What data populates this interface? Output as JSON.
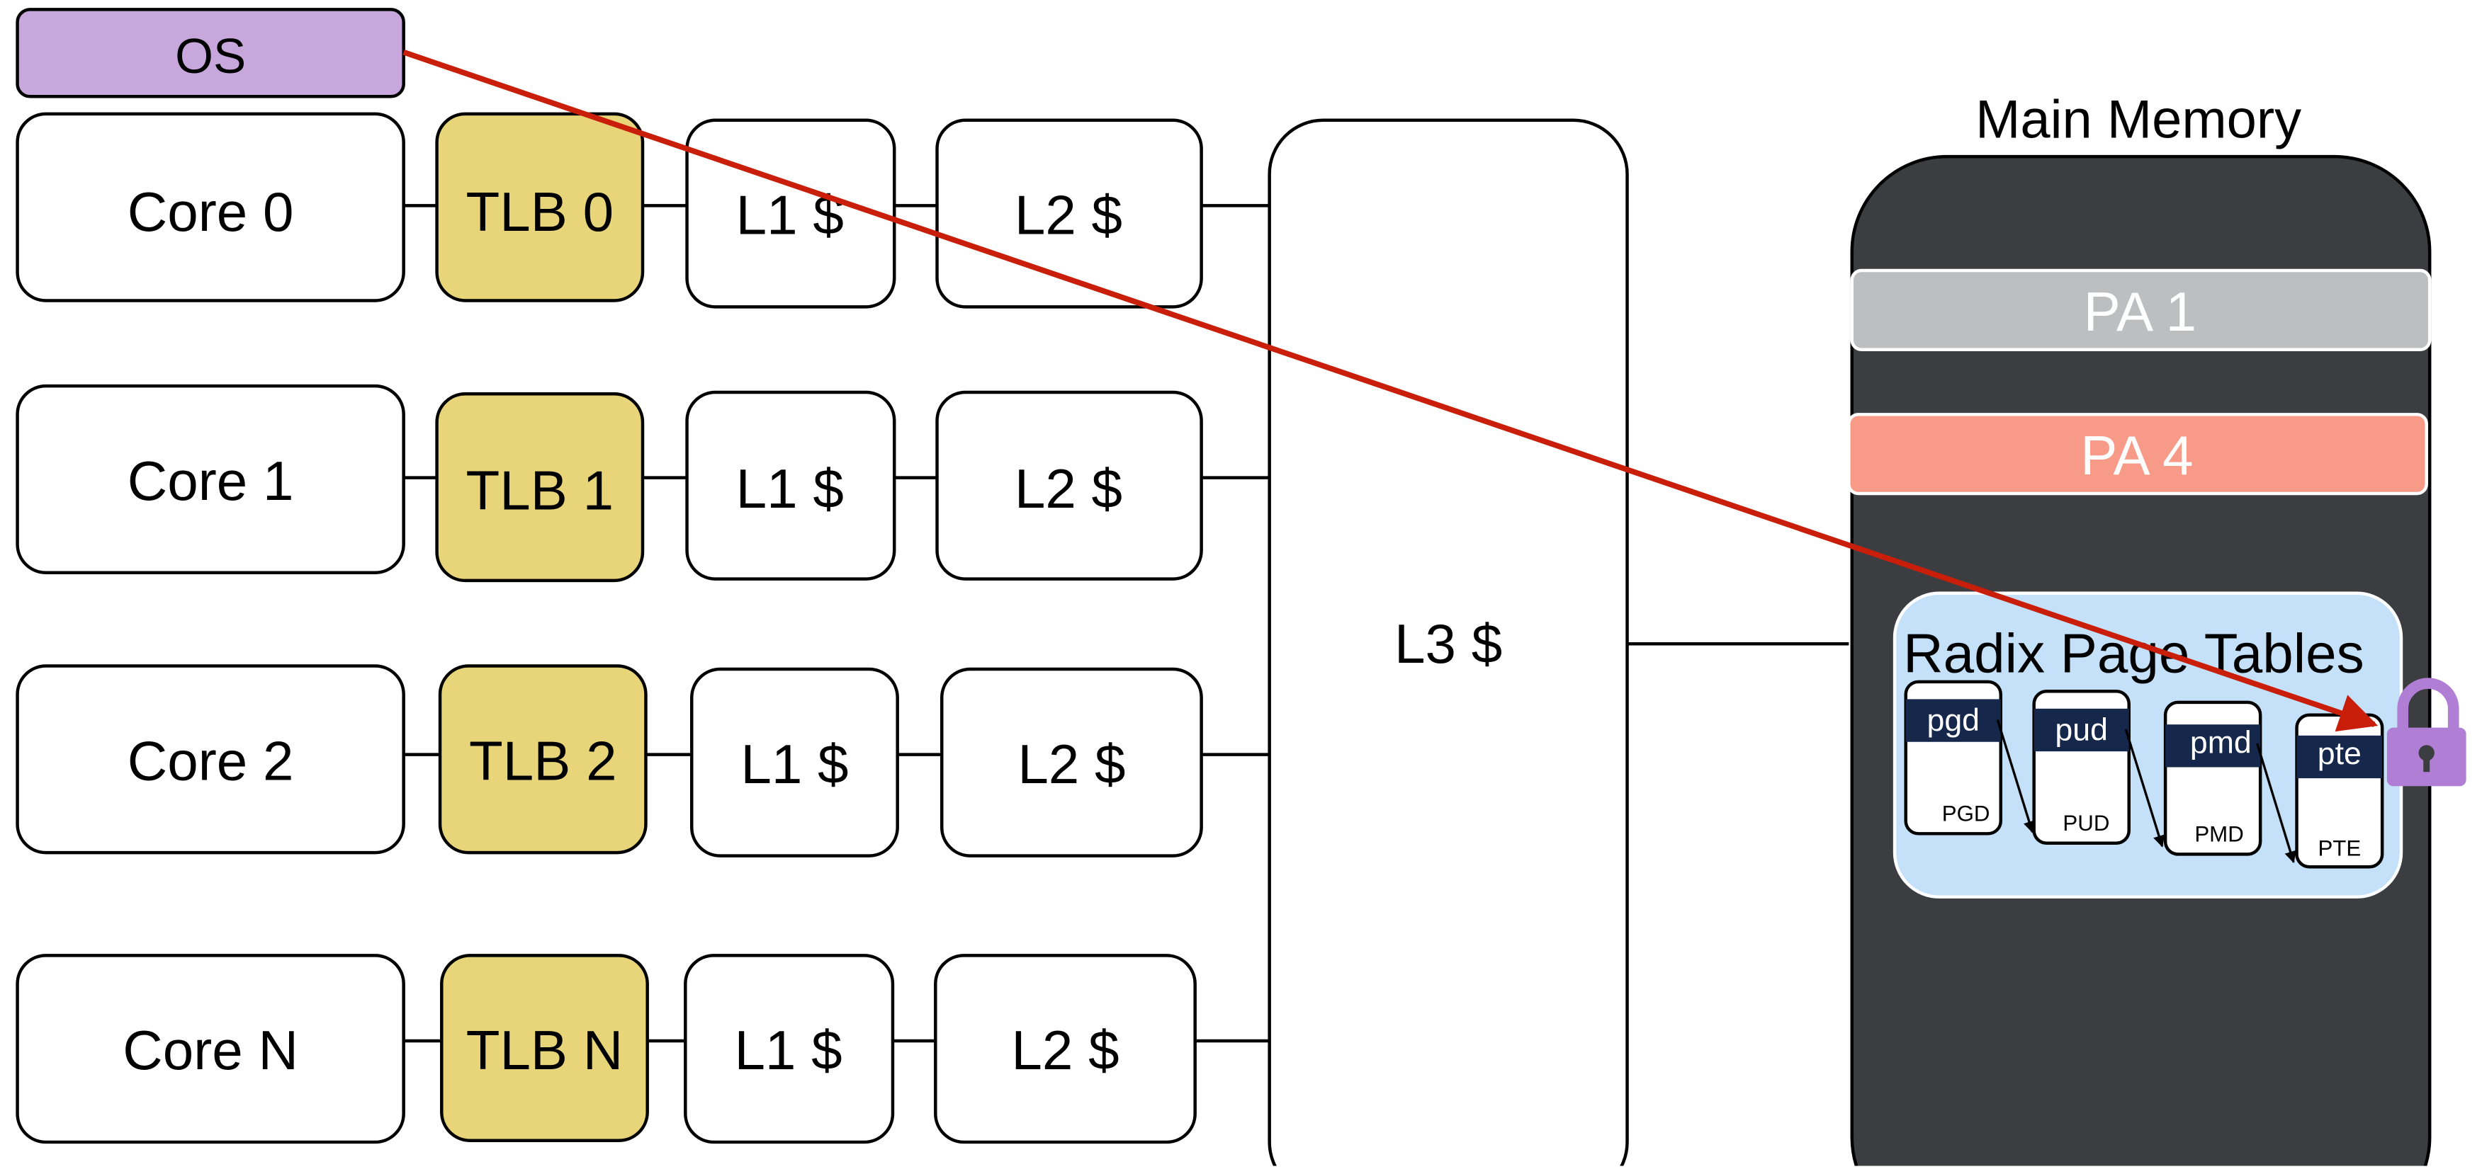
{
  "os": {
    "label": "OS"
  },
  "cores": [
    {
      "core": "Core 0",
      "tlb": "TLB 0",
      "l1": "L1 $",
      "l2": "L2 $"
    },
    {
      "core": "Core 1",
      "tlb": "TLB 1",
      "l1": "L1 $",
      "l2": "L2 $"
    },
    {
      "core": "Core 2",
      "tlb": "TLB 2",
      "l1": "L1 $",
      "l2": "L2 $"
    },
    {
      "core": "Core N",
      "tlb": "TLB N",
      "l1": "L1 $",
      "l2": "L2 $"
    }
  ],
  "l3": {
    "label": "L3 $"
  },
  "main_memory": {
    "title": "Main Memory",
    "regions": [
      {
        "label": "PA 1",
        "color": "#bcbec0"
      },
      {
        "label": "PA 4",
        "color": "#f79a87"
      }
    ],
    "page_tables": {
      "title": "Radix Page Tables",
      "levels": [
        {
          "tag": "pgd",
          "label": "PGD"
        },
        {
          "tag": "pud",
          "label": "PUD"
        },
        {
          "tag": "pmd",
          "label": "PMD"
        },
        {
          "tag": "pte",
          "label": "PTE"
        }
      ]
    }
  },
  "colors": {
    "os": "#c8a8dc",
    "tlb": "#e8d57a",
    "memory": "#3c3d41",
    "page_tables_bg": "#c4e1f9",
    "level_tag": "#15274a",
    "arrow": "#c81e0a",
    "lock": "#b07ed4"
  },
  "icons": {
    "lock": "lock-icon"
  }
}
